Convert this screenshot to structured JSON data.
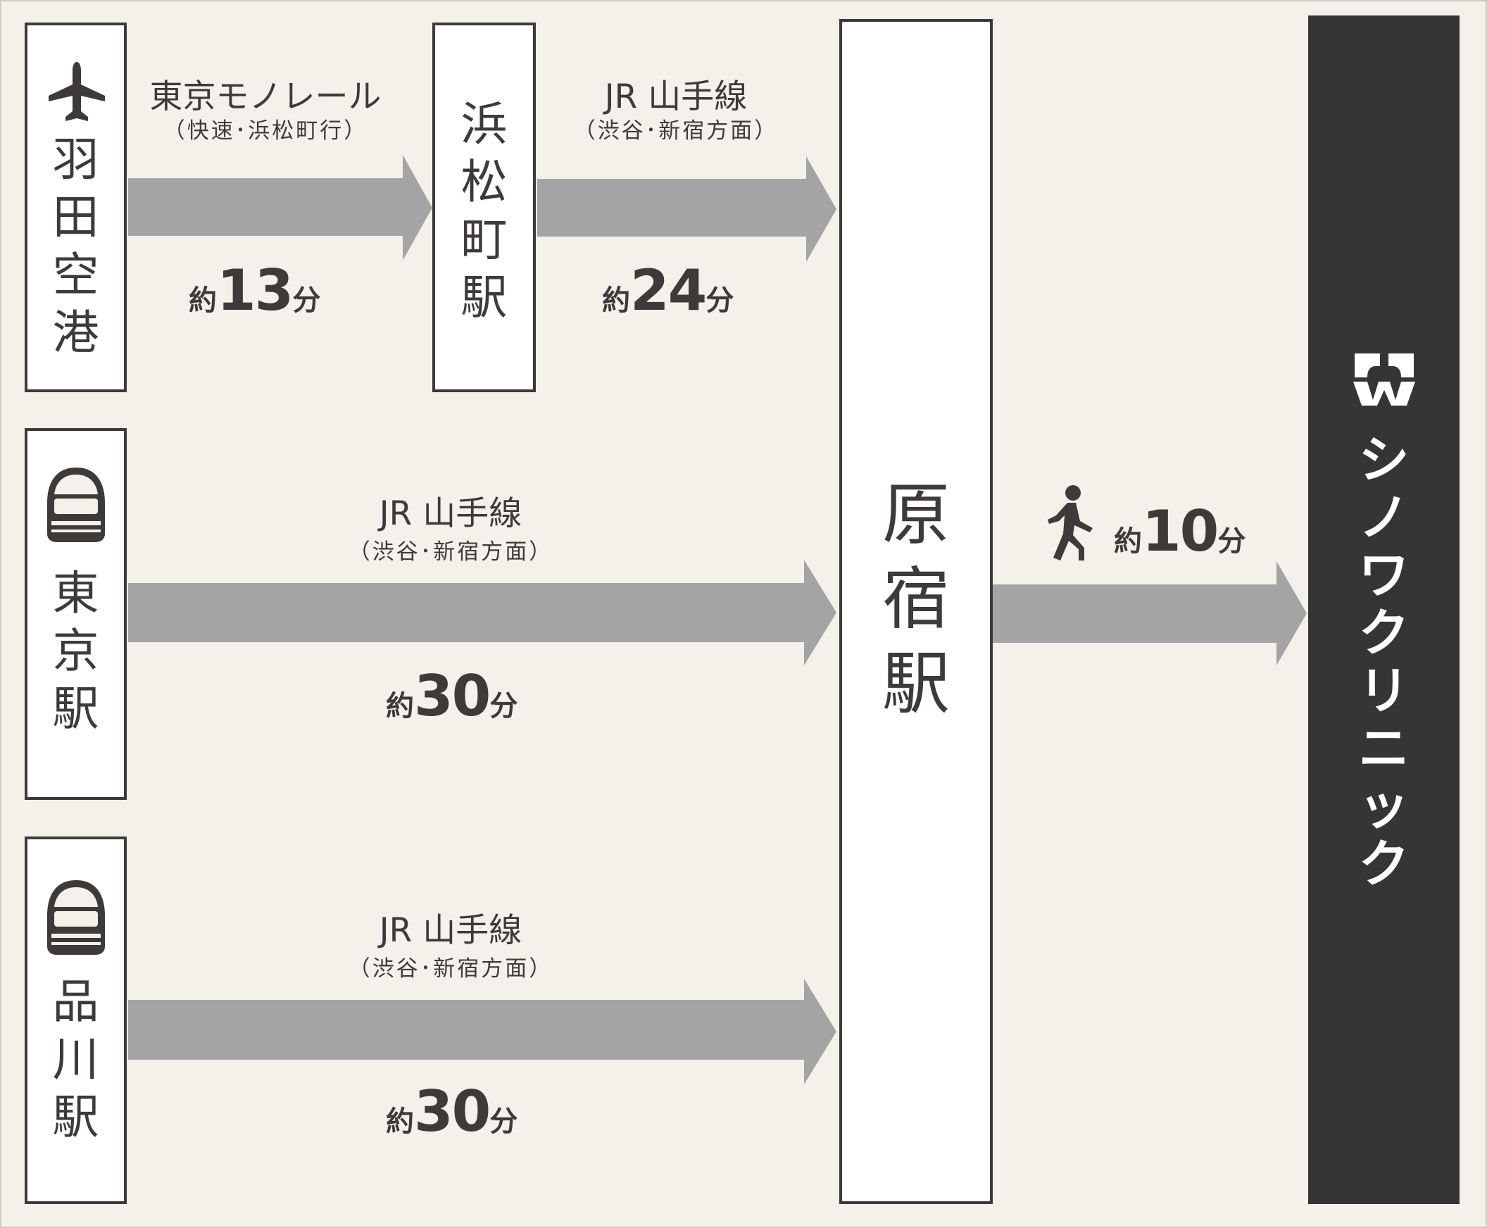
{
  "origins": {
    "haneda": {
      "name": [
        "羽",
        "田",
        "空",
        "港"
      ],
      "icon": "airplane-icon"
    },
    "tokyo": {
      "name": [
        "東",
        "京",
        "駅"
      ],
      "icon": "shinkansen-icon"
    },
    "shinagawa": {
      "name": [
        "品",
        "川",
        "駅"
      ],
      "icon": "shinkansen-icon"
    }
  },
  "transfer": {
    "name": [
      "浜",
      "松",
      "町",
      "駅"
    ]
  },
  "harajuku": {
    "name": [
      "原",
      "宿",
      "駅"
    ]
  },
  "routes": {
    "haneda_hamamatsucho": {
      "line": "東京モノレール",
      "direction": "（快速･浜松町行）",
      "pre": "約",
      "num": "13",
      "unit": "分"
    },
    "hamamatsucho_harajuku": {
      "line": "JR 山手線",
      "direction": "（渋谷･新宿方面）",
      "pre": "約",
      "num": "24",
      "unit": "分"
    },
    "tokyo_harajuku": {
      "line": "JR 山手線",
      "direction": "（渋谷･新宿方面）",
      "pre": "約",
      "num": "30",
      "unit": "分"
    },
    "shinagawa_harajuku": {
      "line": "JR 山手線",
      "direction": "（渋谷･新宿方面）",
      "pre": "約",
      "num": "30",
      "unit": "分"
    },
    "walk": {
      "pre": "約",
      "num": "10",
      "unit": "分",
      "icon": "walking-person-icon"
    }
  },
  "clinic": {
    "name": [
      "シ",
      "ノ",
      "ワ",
      "ク",
      "リ",
      "ニ",
      "ッ",
      "ク"
    ],
    "logo": "clinic-logo-icon"
  },
  "colors": {
    "background": "#f3f1ea",
    "box_border": "#3e3a39",
    "arrow": "#a4a4a4",
    "clinic_bg": "#353535",
    "text": "#3e3a39"
  }
}
